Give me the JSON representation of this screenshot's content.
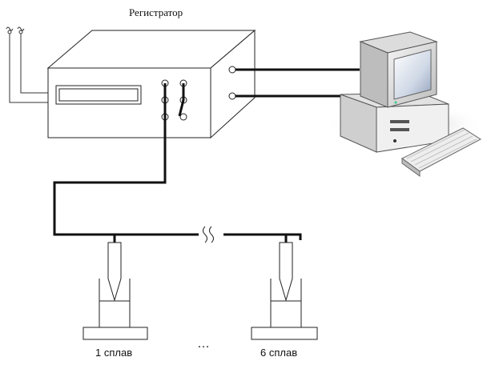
{
  "registrator_label": "Регистратор",
  "alloy_first_label": "1 сплав",
  "alloy_last_label": "6 сплав",
  "ellipsis_label": "…"
}
